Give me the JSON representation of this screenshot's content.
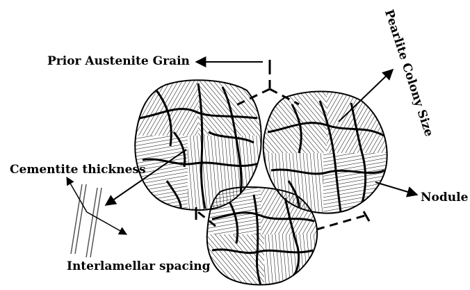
{
  "labels": {
    "prior_austenite_grain": "Prior Austenite Grain",
    "pearlite_colony_size": "Pearlite Colony Size",
    "cementite_thickness": "Cementite thickness",
    "interlamellar_spacing": "Interlamellar spacing",
    "nodule": "Nodule"
  },
  "colors": {
    "ink": "#000000",
    "lamella": "#555555",
    "background": "#ffffff"
  }
}
